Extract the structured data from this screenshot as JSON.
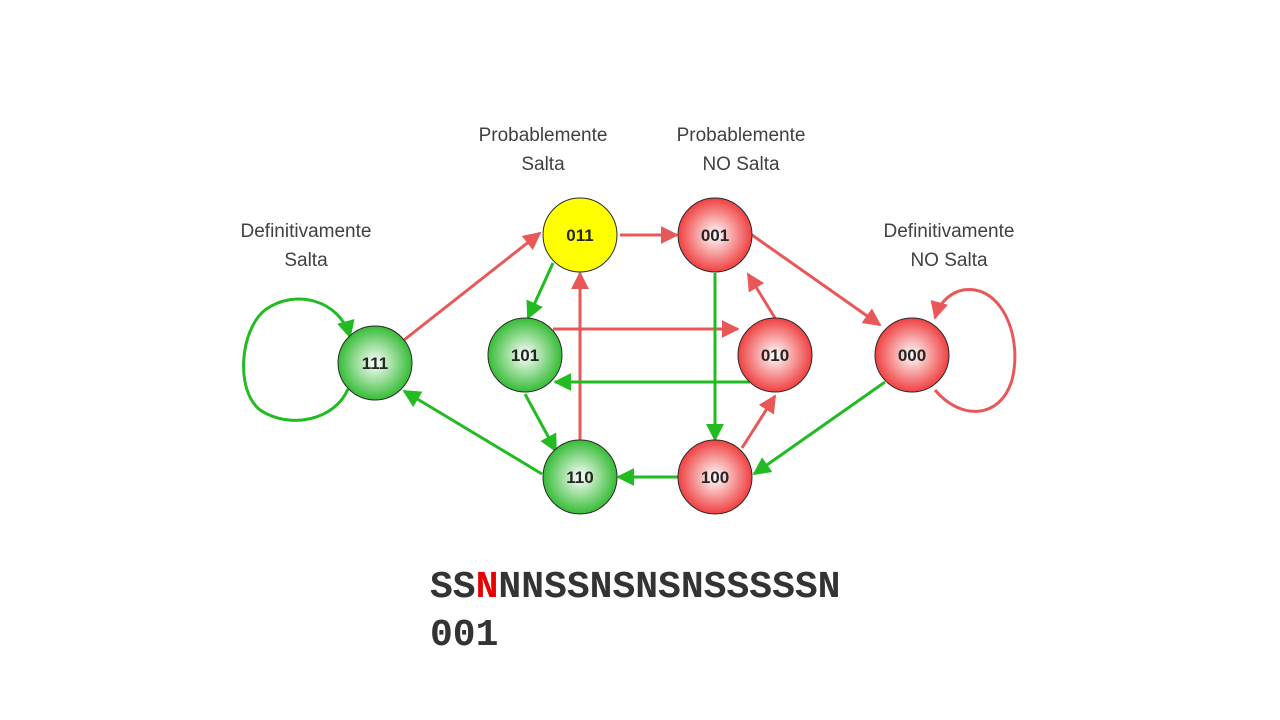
{
  "labels": {
    "def_salta": [
      "Definitivamente",
      "Salta"
    ],
    "prob_salta": [
      "Probablemente",
      "Salta"
    ],
    "prob_no": [
      "Probablemente",
      "NO Salta"
    ],
    "def_no": [
      "Definitivamente",
      "NO Salta"
    ]
  },
  "nodes": [
    {
      "id": "111",
      "color": "green"
    },
    {
      "id": "011",
      "color": "yellow"
    },
    {
      "id": "101",
      "color": "green"
    },
    {
      "id": "110",
      "color": "green"
    },
    {
      "id": "001",
      "color": "red"
    },
    {
      "id": "010",
      "color": "red"
    },
    {
      "id": "100",
      "color": "red"
    },
    {
      "id": "000",
      "color": "red"
    }
  ],
  "edges": [
    {
      "from": "111",
      "to": "111",
      "kind": "S"
    },
    {
      "from": "111",
      "to": "011",
      "kind": "N"
    },
    {
      "from": "011",
      "to": "001",
      "kind": "N"
    },
    {
      "from": "011",
      "to": "101",
      "kind": "S"
    },
    {
      "from": "101",
      "to": "010",
      "kind": "N"
    },
    {
      "from": "101",
      "to": "110",
      "kind": "S"
    },
    {
      "from": "110",
      "to": "011",
      "kind": "N"
    },
    {
      "from": "110",
      "to": "111",
      "kind": "S"
    },
    {
      "from": "001",
      "to": "000",
      "kind": "N"
    },
    {
      "from": "001",
      "to": "100",
      "kind": "S"
    },
    {
      "from": "010",
      "to": "001",
      "kind": "N"
    },
    {
      "from": "010",
      "to": "101",
      "kind": "S"
    },
    {
      "from": "100",
      "to": "010",
      "kind": "N"
    },
    {
      "from": "100",
      "to": "110",
      "kind": "S"
    },
    {
      "from": "000",
      "to": "000",
      "kind": "N"
    },
    {
      "from": "000",
      "to": "100",
      "kind": "S"
    }
  ],
  "sequence": {
    "before": "SS",
    "current": "N",
    "after": "NNSSNSNSNSSSSSN"
  },
  "state_code": "001",
  "colors": {
    "taken_edge": "#22bb22",
    "not_taken_edge": "#e85858",
    "highlight": "#e60000",
    "green_node": "#22b522",
    "yellow_node": "#ffff00",
    "red_node": "#ee2d2d"
  }
}
